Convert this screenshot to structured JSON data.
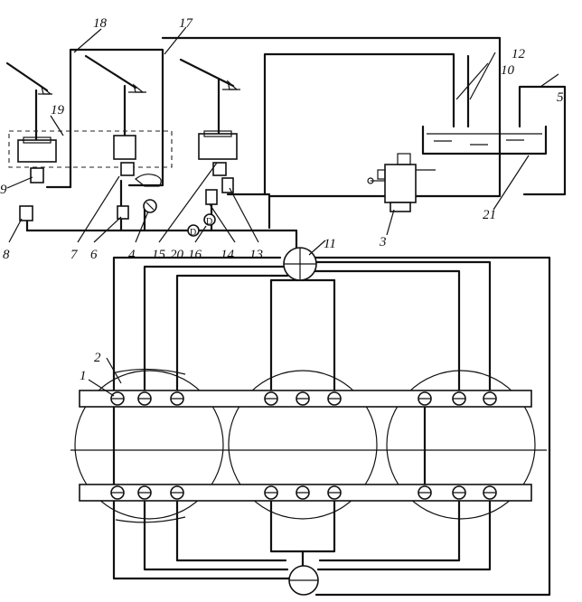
{
  "labels": {
    "l1": "1",
    "l2": "2",
    "l3": "3",
    "l4": "4",
    "l5": "5",
    "l6": "6",
    "l7": "7",
    "l8": "8",
    "l9": "9",
    "l10": "10",
    "l11": "11",
    "l12": "12",
    "l13": "13",
    "l14": "14",
    "l15": "15",
    "l16": "16",
    "l17": "17",
    "l18": "18",
    "l19": "19",
    "l20": "20",
    "l21": "21"
  },
  "gauge_marks": {
    "d20": "D",
    "d16": "D"
  },
  "colors": {
    "ink": "#111111",
    "paper": "#ffffff"
  }
}
